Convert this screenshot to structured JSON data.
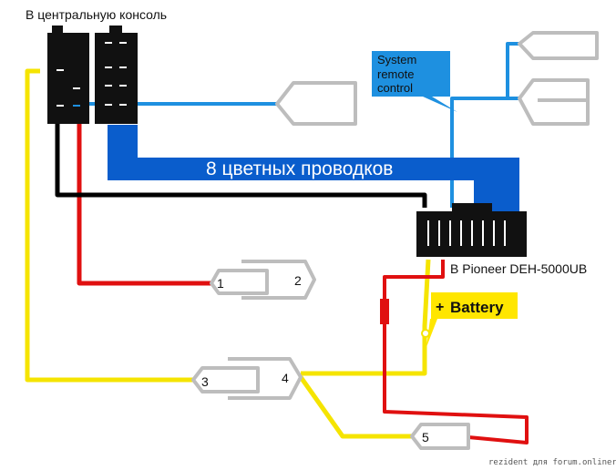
{
  "labels": {
    "console": "В центральную консоль",
    "bundle": "8 цветных проводков",
    "head_unit": "В Pioneer DEH-5000UB",
    "remote": "System remote control",
    "battery_plus": "+",
    "battery": "Battery",
    "credit": "rezident для forum.onliner.by"
  },
  "connector_numbers": [
    "1",
    "2",
    "3",
    "4",
    "5"
  ],
  "colors": {
    "black_wire": "#000000",
    "red_wire": "#e01010",
    "yellow_wire": "#f5e400",
    "blue_wire": "#1e90e0",
    "bundle_blue": "#0a5dcc",
    "remote_box": "#1e90e0",
    "connector_gray": "#bdbdbd",
    "battery_yellow": "#ffe600",
    "plug_black": "#111111"
  }
}
